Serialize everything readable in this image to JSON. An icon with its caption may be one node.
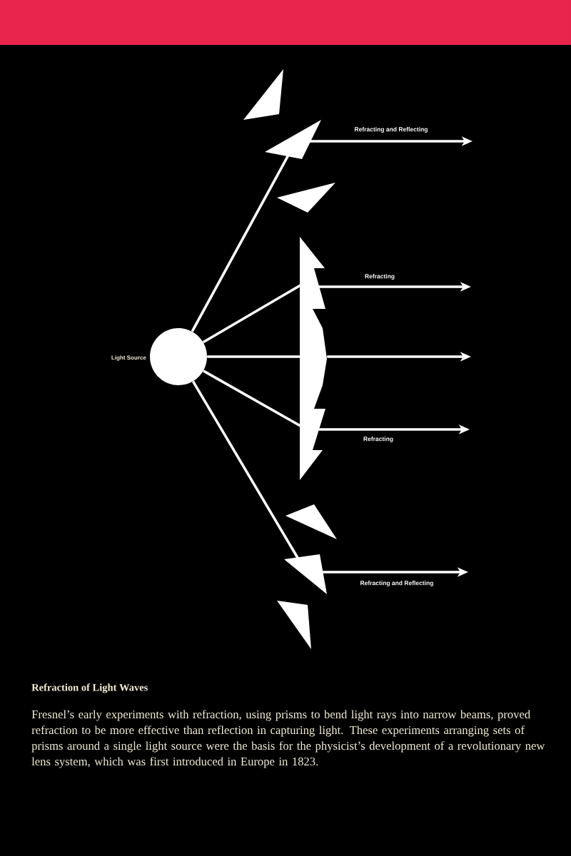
{
  "diagram": {
    "title": "Refraction of Light Waves",
    "caption": "Fresnel’s early experiments with refraction, using prisms to bend light rays into narrow beams, proved refraction to be more effective than reflection in capturing light. These experiments arranging sets of prisms around a single light source were the basis for the physicist’s development of a revolutionary new lens system, which was first introduced in Europe in 1823.",
    "nodes": [
      {
        "text": [],
        "shape": "circle",
        "beside": [
          "Light Source"
        ]
      },
      {
        "text": [],
        "shape": "triangle"
      },
      {
        "text": [],
        "shape": "triangle"
      },
      {
        "text": [],
        "shape": "triangle"
      },
      {
        "text": [],
        "shape": "lens"
      },
      {
        "text": [],
        "shape": "triangle"
      },
      {
        "text": [],
        "shape": "triangle"
      },
      {
        "text": [],
        "shape": "triangle"
      }
    ],
    "edges": [
      {
        "from": 0,
        "to": 2,
        "arrow": "none"
      },
      {
        "from": 2,
        "to": null,
        "arrow": "to",
        "label": "Refracting and Reflecting"
      },
      {
        "from": 0,
        "to": 4,
        "arrow": "none"
      },
      {
        "from": 4,
        "to": null,
        "arrow": "to",
        "label": "Refracting"
      },
      {
        "from": 0,
        "to": 4,
        "arrow": "none"
      },
      {
        "from": 4,
        "to": null,
        "arrow": "to"
      },
      {
        "from": 0,
        "to": 4,
        "arrow": "none"
      },
      {
        "from": 4,
        "to": null,
        "arrow": "to",
        "label": "Refracting"
      },
      {
        "from": 0,
        "to": 6,
        "arrow": "none"
      },
      {
        "from": 6,
        "to": null,
        "arrow": "to",
        "label": "Refracting and Reflecting"
      }
    ]
  }
}
